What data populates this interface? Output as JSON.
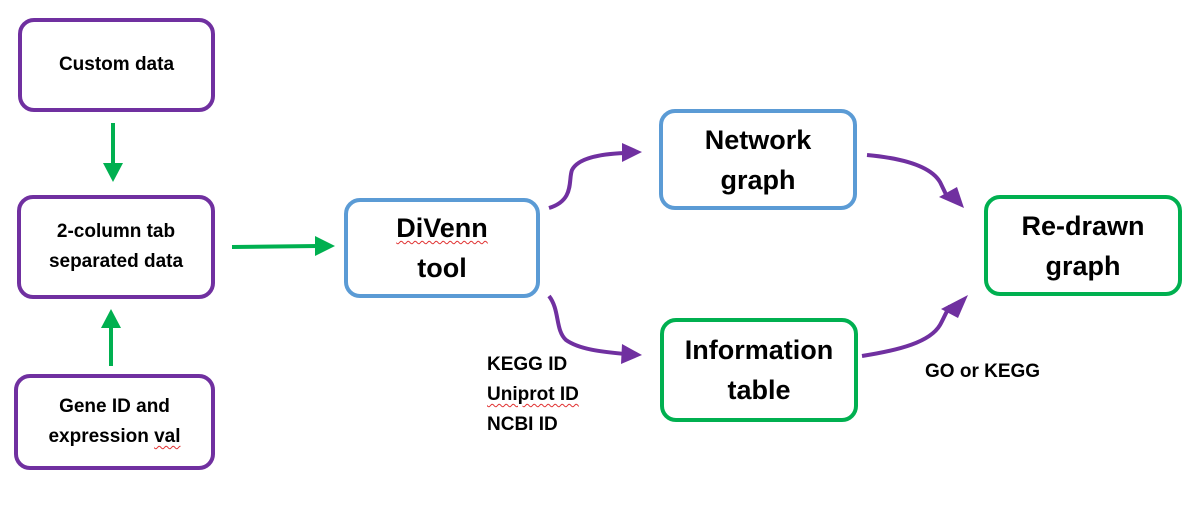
{
  "colors": {
    "purple": "#7030a0",
    "blue": "#5b9bd5",
    "green": "#00b050",
    "purple_arrow": "#7030a0",
    "green_arrow": "#00b050"
  },
  "nodes": {
    "custom_data": {
      "label": "Custom data"
    },
    "two_column": {
      "line1": "2-column tab",
      "line2": "separated data"
    },
    "gene_id": {
      "line1": "Gene ID and",
      "line2_prefix": "expression ",
      "line2_squiggle": "val"
    },
    "divenn": {
      "line1": "DiVenn",
      "line2": "tool"
    },
    "network": {
      "line1": "Network",
      "line2": "graph"
    },
    "information": {
      "line1": "Information",
      "line2": "table"
    },
    "redrawn": {
      "line1": "Re-drawn",
      "line2": "graph"
    }
  },
  "annotations": {
    "ids": [
      "KEGG ID",
      "Uniprot ID",
      "NCBI ID"
    ],
    "go_kegg": "GO or KEGG"
  }
}
